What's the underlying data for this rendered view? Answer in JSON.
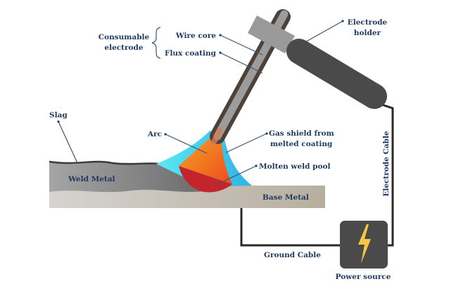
{
  "labels": {
    "consumable_1": "Consumable",
    "consumable_2": "electrode",
    "wire_core": "Wire core",
    "flux_coating": "Flux coating",
    "holder_1": "Electrode",
    "holder_2": "holder",
    "slag": "Slag",
    "weld_metal": "Weld Metal",
    "arc": "Arc",
    "gas_1": "Gas shield from",
    "gas_2": "melted coating",
    "molten": "Molten weld pool",
    "base_metal": "Base Metal",
    "electrode_cable": "Electrode Cable",
    "ground_cable": "Ground Cable",
    "power_source": "Power source"
  },
  "colors": {
    "text": "#1f3a5f",
    "arc": "#f07a1e",
    "molten": "#c4242b",
    "gas": "#3cc8ea",
    "bolt": "#f5c842",
    "device": "#4a4a4a"
  },
  "icons": {
    "power": "lightning-bolt-icon"
  }
}
